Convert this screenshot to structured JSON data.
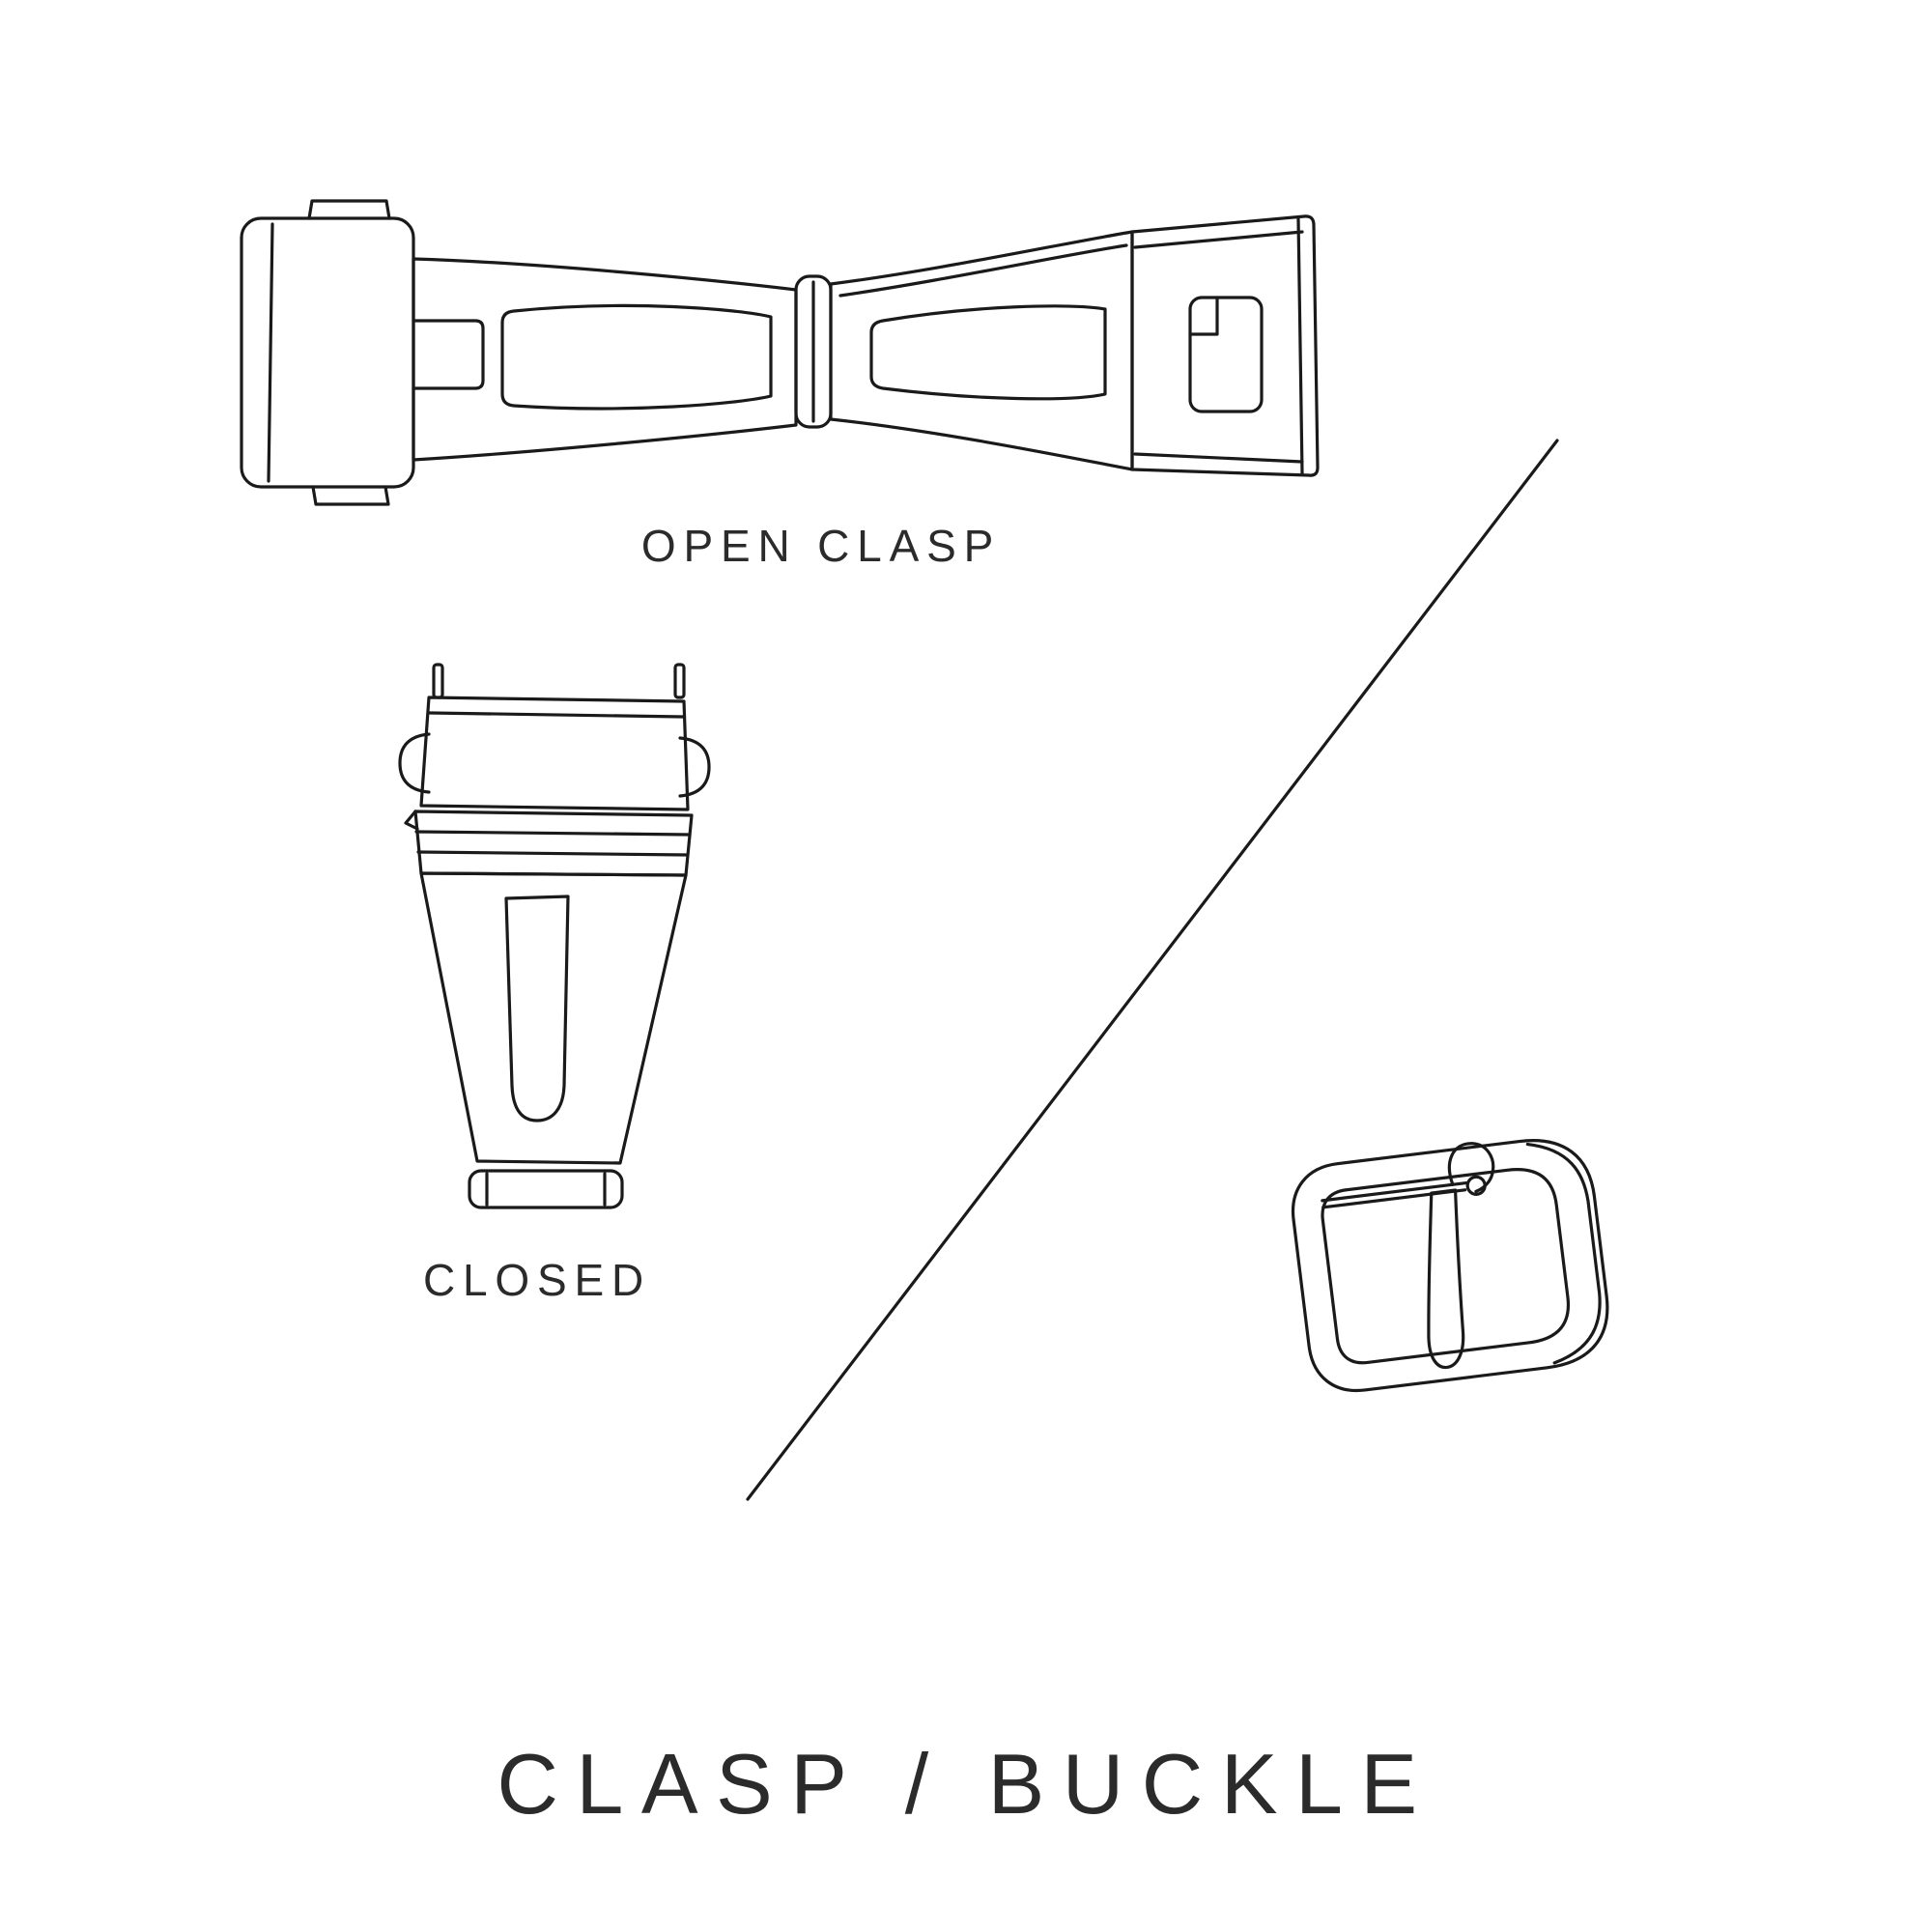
{
  "page_title": "CLASP / BUCKLE",
  "labels": {
    "open_clasp": "OPEN CLASP",
    "closed_clasp": "CLOSED"
  },
  "illustration_names": {
    "open_clasp": "open-clasp-illustration",
    "closed_clasp": "closed-clasp-illustration",
    "buckle": "buckle-illustration",
    "divider": "divider-line"
  },
  "colors": {
    "background": "#ffffff",
    "line": "#1a1a1a",
    "text": "#2b2b2b"
  }
}
